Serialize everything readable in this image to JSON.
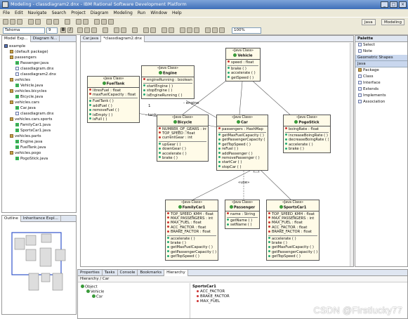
{
  "window": {
    "title": "Modeling - classdiagram2.dnx - IBM Rational Software Development Platform"
  },
  "menu": [
    "File",
    "Edit",
    "Navigate",
    "Search",
    "Project",
    "Diagram",
    "Modeling",
    "Run",
    "Window",
    "Help"
  ],
  "toolbar": {
    "font": "Tahoma",
    "size": "9",
    "bold": "B",
    "italic": "I",
    "zoom": "100%",
    "perspectives": [
      "Java",
      "Modeling"
    ]
  },
  "model_explorer": {
    "tabs": [
      "Model Exp...",
      "Diagram N..."
    ],
    "items": [
      {
        "label": "example",
        "depth": 0,
        "icon": "proj"
      },
      {
        "label": "(default package)",
        "depth": 1,
        "icon": "pkg"
      },
      {
        "label": "passengers",
        "depth": 1,
        "icon": "pkg"
      },
      {
        "label": "Passenger.java",
        "depth": 2,
        "icon": "jfile"
      },
      {
        "label": "classdiagram.dnx",
        "depth": 2,
        "icon": "file"
      },
      {
        "label": "classdiagram2.dnx",
        "depth": 2,
        "icon": "file"
      },
      {
        "label": "vehicles",
        "depth": 1,
        "icon": "pkg"
      },
      {
        "label": "Vehicle.java",
        "depth": 2,
        "icon": "jfile"
      },
      {
        "label": "vehicles.bicycles",
        "depth": 1,
        "icon": "pkg"
      },
      {
        "label": "Bicycle.java",
        "depth": 2,
        "icon": "jfile"
      },
      {
        "label": "vehicles.cars",
        "depth": 1,
        "icon": "pkg"
      },
      {
        "label": "Car.java",
        "depth": 2,
        "icon": "jfile"
      },
      {
        "label": "classdiagram.dnx",
        "depth": 2,
        "icon": "file"
      },
      {
        "label": "vehicles.cars.sports",
        "depth": 1,
        "icon": "pkg"
      },
      {
        "label": "FamilyCar1.java",
        "depth": 2,
        "icon": "jfile"
      },
      {
        "label": "SportsCar1.java",
        "depth": 2,
        "icon": "jfile"
      },
      {
        "label": "vehicles.parts",
        "depth": 1,
        "icon": "pkg"
      },
      {
        "label": "Engine.java",
        "depth": 2,
        "icon": "jfile"
      },
      {
        "label": "FuelTank.java",
        "depth": 2,
        "icon": "jfile"
      },
      {
        "label": "vehicles.pogo",
        "depth": 1,
        "icon": "pkg"
      },
      {
        "label": "PogoStick.java",
        "depth": 2,
        "icon": "jfile"
      }
    ]
  },
  "outline": {
    "tabs": [
      "Outline",
      "Inheritance Expl..."
    ]
  },
  "editor": {
    "tabs": [
      "Car.java",
      "*classdiagram2.dnx"
    ]
  },
  "classes": {
    "vehicle": {
      "stereo": "«Java Class»",
      "name": "Vehicle",
      "attrs": [
        "speed : float"
      ],
      "ops": [
        "brake ( )",
        "accelerate ( )",
        "getSpeed ( )"
      ]
    },
    "engine": {
      "stereo": "«Java Class»",
      "name": "Engine",
      "attrs": [
        "engineRunning : boolean"
      ],
      "ops": [
        "startEngine ( )",
        "stopEngine ( )",
        "isEngineRunning ( )"
      ]
    },
    "fueltank": {
      "stereo": "«Java Class»",
      "name": "FuelTank",
      "attrs": [
        "litresFuel : float",
        "maxFuelCapacity : float"
      ],
      "ops": [
        "FuelTank ( )",
        "addFuel ( )",
        "removeFuel ( )",
        "isEmpty ( )",
        "isFull ( )"
      ]
    },
    "bicycle": {
      "stereo": "«Java Class»",
      "name": "Bicycle",
      "attrs": [
        "NUMBER_OF_GEARS : int",
        "TOP_SPEED : float",
        "currentGear : int"
      ],
      "ops": [
        "upGear ( )",
        "downGear ( )",
        "accelerate ( )",
        "brake ( )"
      ]
    },
    "car": {
      "stereo": "«Java Class»",
      "name": "Car",
      "attrs": [
        "passengers : HashMap"
      ],
      "ops": [
        "getMaxFuelCapacity ( )",
        "getPassengerCapacity ( )",
        "getTopSpeed ( )",
        "reFuel ( )",
        "addPassenger ( )",
        "removePassenger ( )",
        "startCar ( )",
        "stopCar ( )"
      ]
    },
    "pogostick": {
      "stereo": "«Java Class»",
      "name": "PogoStick",
      "attrs": [
        "boingRate : float"
      ],
      "ops": [
        "increaseBoingRate ( )",
        "decreaseBoingRate ( )",
        "accelerate ( )",
        "brake ( )"
      ]
    },
    "familycar": {
      "stereo": "«Java Class»",
      "name": "FamilyCar1",
      "attrs": [
        "TOP_SPEED_KMH : float",
        "MAX_PASSENGERS : int",
        "MAX_FUEL : float",
        "ACC_FACTOR : float",
        "BRAKE_FACTOR : float"
      ],
      "ops": [
        "accelerate ( )",
        "brake ( )",
        "getMaxFuelCapacity ( )",
        "getPassengerCapacity ( )",
        "getTopSpeed ( )"
      ]
    },
    "passenger": {
      "stereo": "«Java Class»",
      "name": "Passenger",
      "attrs": [
        "name : String"
      ],
      "ops": [
        "getName ( )",
        "setName ( )"
      ]
    },
    "sportscar": {
      "stereo": "«Java Class»",
      "name": "SportsCar1",
      "attrs": [
        "TOP_SPEED_KMH : float",
        "MAX_PASSENGERS : int",
        "MAX_FUEL : float",
        "ACC_FACTOR : float",
        "BRAKE_FACTOR : float"
      ],
      "ops": [
        "accelerate ( )",
        "brake ( )",
        "getMaxFuelCapacity ( )",
        "getPassengerCapacity ( )",
        "getTopSpeed ( )"
      ]
    }
  },
  "relations": {
    "engine_label": "- engine",
    "tank_label": "- tank",
    "mult1": "1",
    "mult2": "1",
    "use_label": "«use»"
  },
  "palette": {
    "title": "Palette",
    "items": [
      "Select",
      "Note",
      "Geometric Shapes"
    ],
    "section": "Java",
    "java_items": [
      "Package",
      "Class",
      "Interface",
      "Extends",
      "Implements",
      "Association"
    ]
  },
  "bottom": {
    "tabs": [
      "Properties",
      "Tasks",
      "Console",
      "Bookmarks",
      "Hierarchy"
    ],
    "subtitle": "Hierarchy / Car",
    "tree": [
      "Object",
      "Vehicle",
      "Car"
    ],
    "fields_header": "SportsCar1",
    "fields": [
      "ACC_FACTOR",
      "BRAKE_FACTOR",
      "MAX_FUEL"
    ]
  },
  "watermark": "CSDN @Firstlucky77"
}
